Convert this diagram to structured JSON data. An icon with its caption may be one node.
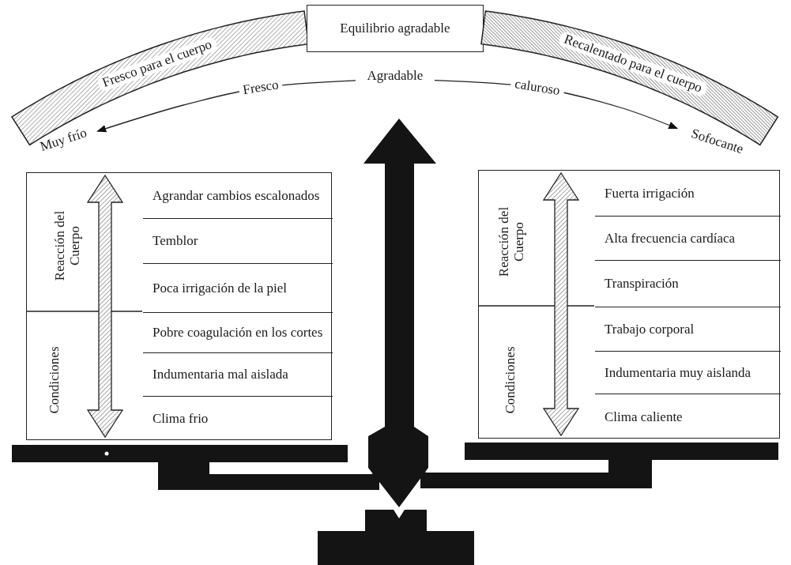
{
  "diagram": {
    "nodes": [
      {
        "text": [
          "Fresco para el cuerpo"
        ]
      },
      {
        "text": [
          "Equilibrio agradable"
        ]
      },
      {
        "text": [
          "Recalentado para el cuerpo"
        ]
      },
      {
        "text": [
          "Agradable"
        ]
      },
      {
        "text": [
          "Muy frío"
        ]
      },
      {
        "text": [
          "Sofocante"
        ]
      },
      {
        "text": [
          "Reacción del Cuerpo",
          "Condiciones"
        ]
      },
      {
        "text": [
          "Agrandar cambios escalonados"
        ],
        "in": 6
      },
      {
        "text": [
          "Temblor"
        ],
        "in": 6
      },
      {
        "text": [
          "Poca irrigación de la piel"
        ],
        "in": 6
      },
      {
        "text": [
          "Pobre coagulación en los cortes"
        ],
        "in": 6
      },
      {
        "text": [
          "Indumentaria mal aislada"
        ],
        "in": 6
      },
      {
        "text": [
          "Clima frio"
        ],
        "in": 6
      },
      {
        "text": [
          "Reacción del Cuerpo",
          "Condiciones"
        ]
      },
      {
        "text": [
          "Fuerta irrigación"
        ],
        "in": 13
      },
      {
        "text": [
          "Alta frecuencia cardíaca"
        ],
        "in": 13
      },
      {
        "text": [
          "Transpiración"
        ],
        "in": 13
      },
      {
        "text": [
          "Trabajo corporal"
        ],
        "in": 13
      },
      {
        "text": [
          "Indumentaria muy aislanda"
        ],
        "in": 13
      },
      {
        "text": [
          "Clima caliente"
        ],
        "in": 13
      }
    ],
    "edges": [
      {
        "from": 3,
        "to": 4,
        "label": "Fresco",
        "arrow": "to"
      },
      {
        "from": 3,
        "to": 5,
        "label": "caluroso",
        "arrow": "to"
      }
    ]
  }
}
